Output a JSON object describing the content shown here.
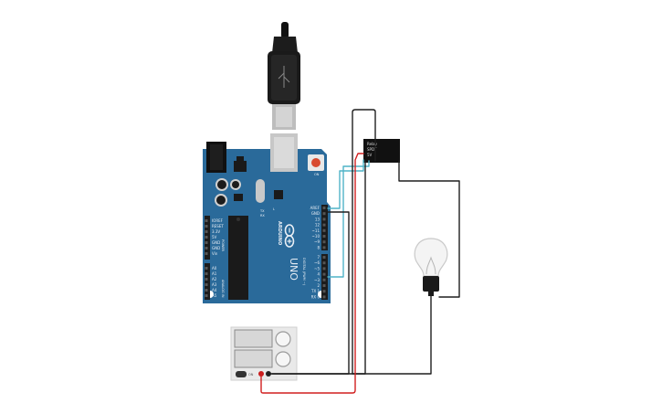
{
  "arduino": {
    "brand": "ARDUINO",
    "model": "UNO",
    "power_header_label": "POWER",
    "analog_header_label": "ANALOG IN",
    "digital_header_label": "DIGITAL (PWM ~)",
    "power_pins": [
      "IOREF",
      "RESET",
      "3.3V",
      "5V",
      "GND",
      "GND",
      "Vin"
    ],
    "analog_pins": [
      "A0",
      "A1",
      "A2",
      "A3",
      "A4",
      "A5"
    ],
    "digital_pins_top": [
      "AREF",
      "GND",
      "13",
      "12",
      "~11",
      "~10",
      "~9",
      "8"
    ],
    "digital_pins_bottom": [
      "7",
      "~6",
      "~5",
      "4",
      "~3",
      "2",
      "TX 1",
      "RX 0"
    ],
    "board_text_tx": "TX",
    "board_text_rx": "RX",
    "board_text_l": "L",
    "board_text_on": "ON"
  },
  "relay": {
    "label_line1": "Relay",
    "label_line2": "SPDT",
    "label_line3": "5V"
  },
  "power_supply": {
    "switch_label": "ON"
  },
  "colors": {
    "board": "#2a6a9a",
    "board_dark": "#1f5a86",
    "wire_black": "#1e1e1e",
    "wire_red": "#d11f1f",
    "wire_teal": "#4fb3c7"
  }
}
